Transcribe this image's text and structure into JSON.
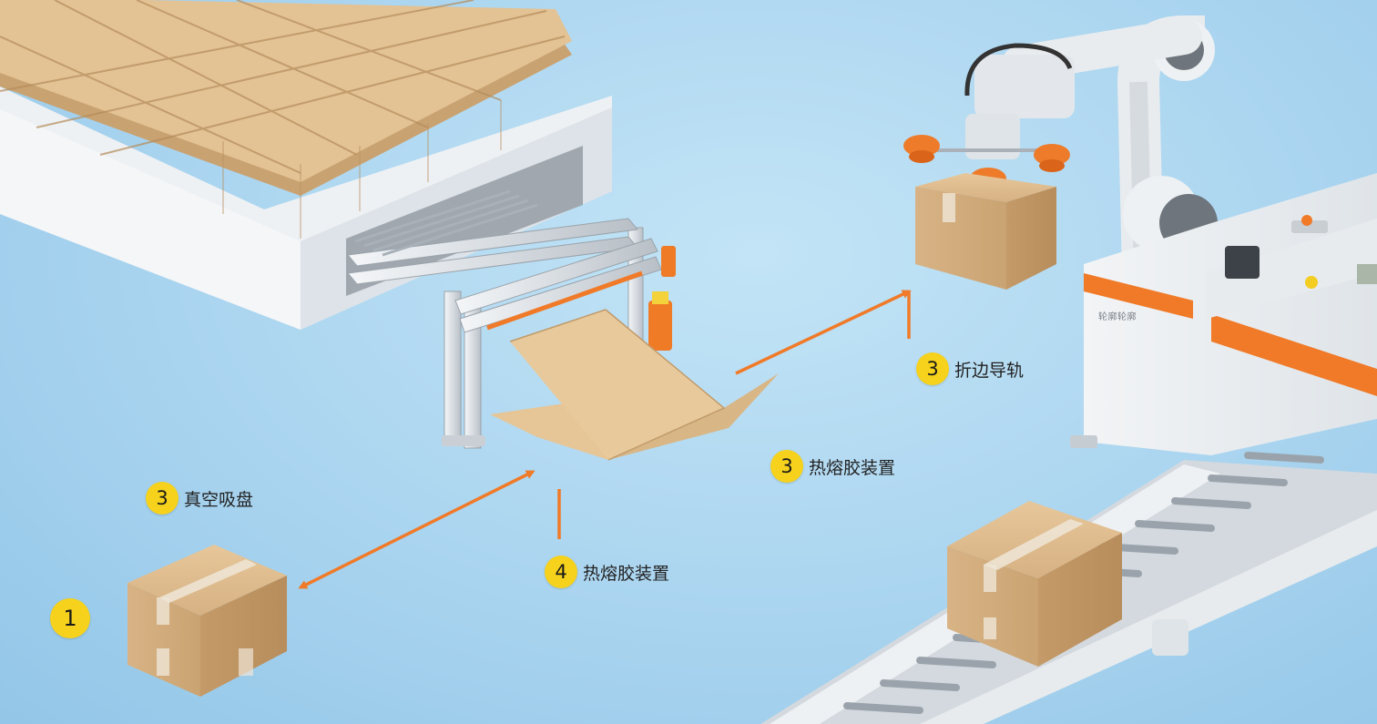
{
  "callouts": [
    {
      "id": "folding-rail",
      "number": "3",
      "label": "折边导轨"
    },
    {
      "id": "hot-melt-right",
      "number": "3",
      "label": "热熔胶装置"
    },
    {
      "id": "vacuum-cup",
      "number": "3",
      "label": "真空吸盘"
    },
    {
      "id": "hot-melt-bottom",
      "number": "4",
      "label": "热熔胶装置"
    },
    {
      "id": "finished-box",
      "number": "1",
      "label": ""
    }
  ],
  "machine_text": "轮廓轮廓",
  "colors": {
    "background": "#a9d4ef",
    "arrow": "#f07a28",
    "badge": "#f6d21c",
    "cardboard": "#d9b384",
    "machine": "#eef1f4",
    "machine_stripe": "#f07a28"
  }
}
